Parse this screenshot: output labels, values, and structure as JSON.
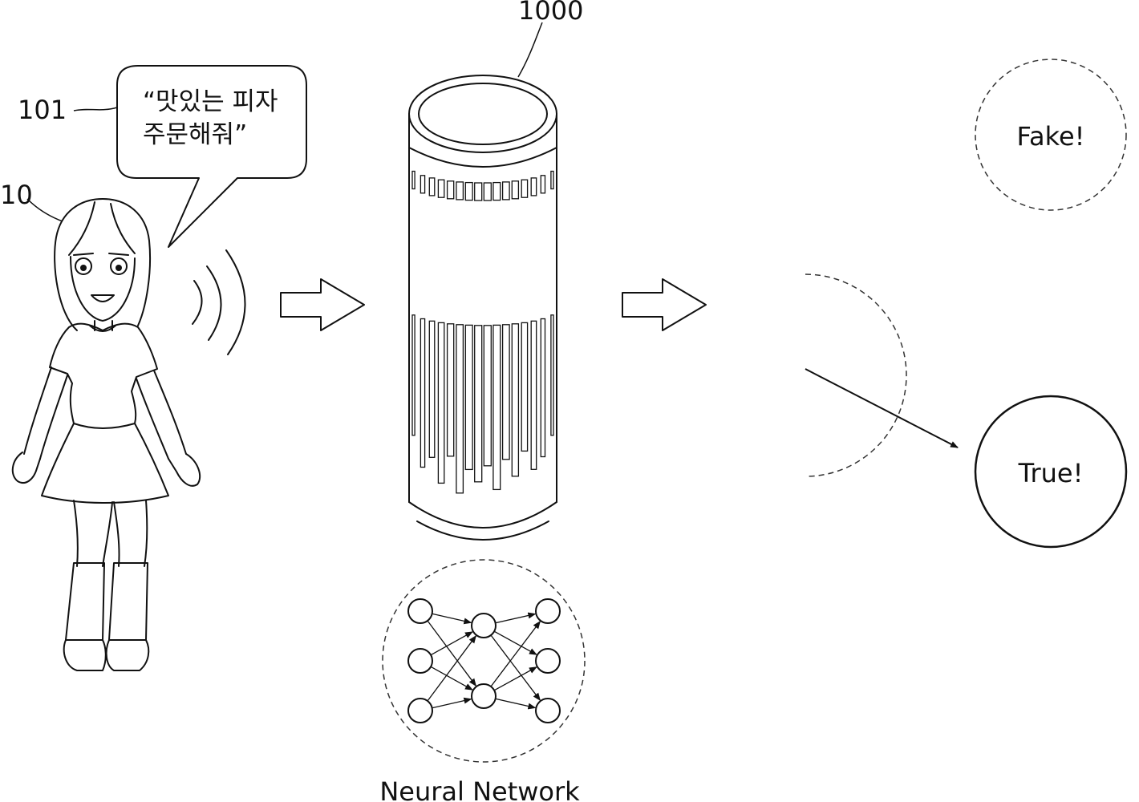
{
  "labels": {
    "device_ref": "1000",
    "speech_ref": "101",
    "user_ref": "10"
  },
  "speech_bubble": {
    "line1": "“맛있는 피자",
    "line2": "주문해줘”"
  },
  "results": {
    "fake": "Fake!",
    "true": "True!"
  },
  "neural_network": {
    "caption": "Neural Network",
    "layers": [
      3,
      2,
      3
    ]
  },
  "icons": {
    "user": "person-figure",
    "sound": "sound-waves-icon",
    "device": "cylindrical-ai-speaker",
    "flow": "hollow-arrow-right-icon"
  },
  "colors": {
    "ink": "#111111",
    "background": "#ffffff"
  }
}
